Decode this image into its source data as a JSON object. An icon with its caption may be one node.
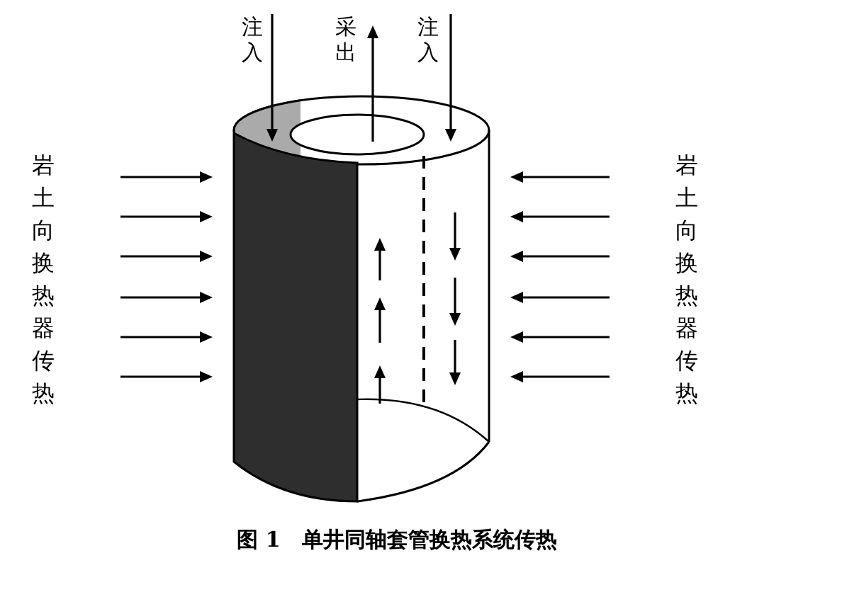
{
  "diagram": {
    "caption": "图 1　单井同轴套管换热系统传热",
    "labels": [
      "注入",
      "采出",
      "注入",
      "岩土向换热器传热",
      "岩土向换热器传热"
    ]
  }
}
